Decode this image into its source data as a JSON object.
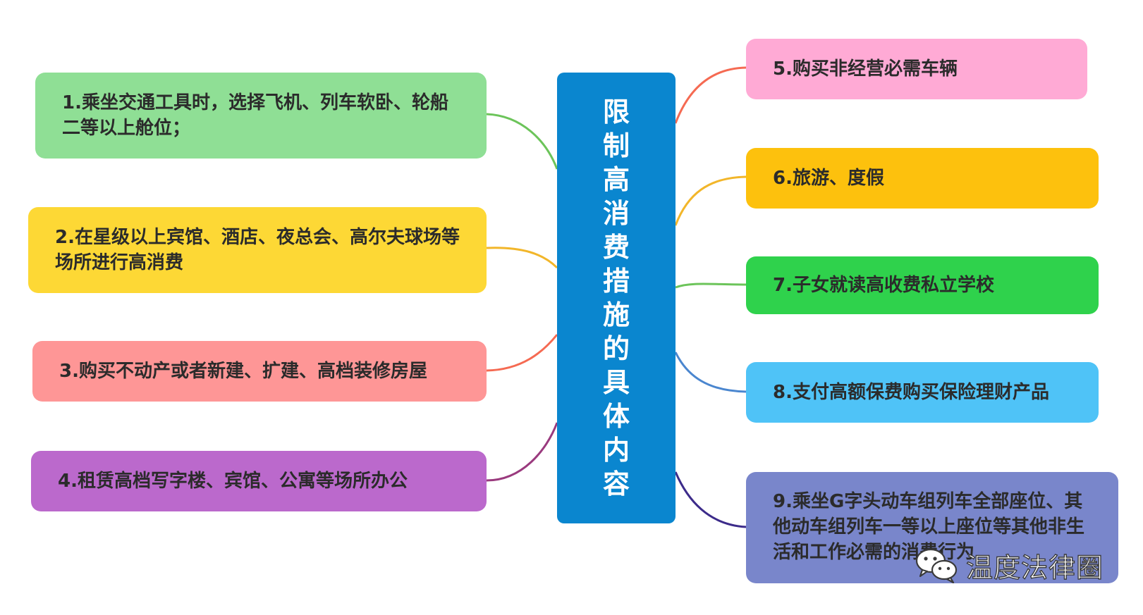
{
  "center": {
    "title": "限制高消费措施的具体内容",
    "color": "#0a86cf"
  },
  "topics": [
    {
      "label": "1.乘坐交通工具时，选择飞机、列车软卧、轮船二等以上舱位；",
      "color": "#8fdf95",
      "line_color": "#6cc45a"
    },
    {
      "label": "2.在星级以上宾馆、酒店、夜总会、高尔夫球场等场所进行高消费",
      "color": "#fdd835",
      "line_color": "#f2b62a"
    },
    {
      "label": "3.购买不动产或者新建、扩建、高档装修房屋",
      "color": "#fe9696",
      "line_color": "#f56a52"
    },
    {
      "label": "4.租赁高档写字楼、宾馆、公寓等场所办公",
      "color": "#bb69cc",
      "line_color": "#9a3a7e"
    },
    {
      "label": "5.购买非经营必需车辆",
      "color": "#ffaad5",
      "line_color": "#f56a52"
    },
    {
      "label": "6.旅游、度假",
      "color": "#fdc10d",
      "line_color": "#f2b62a"
    },
    {
      "label": "7.子女就读高收费私立学校",
      "color": "#2fd24c",
      "line_color": "#6cc45a"
    },
    {
      "label": "8.支付高额保费购买保险理财产品",
      "color": "#4fc3f7",
      "line_color": "#4a86cf"
    },
    {
      "label": "9.乘坐G字头动车组列车全部座位、其他动车组列车一等以上座位等其他非生活和工作必需的消费行为",
      "color": "#7986cb",
      "line_color": "#3c2b8a"
    }
  ],
  "watermark": {
    "text": "温度法律圈",
    "icon": "wechat-icon"
  }
}
